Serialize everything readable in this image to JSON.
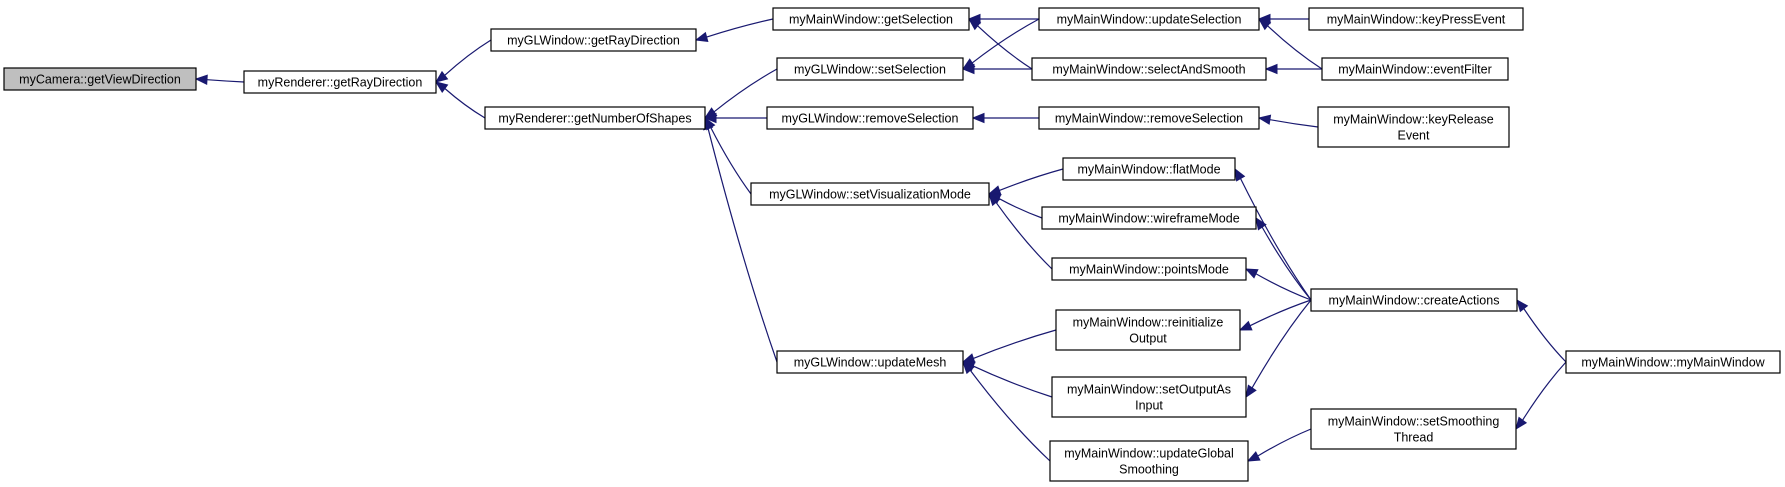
{
  "colors": {
    "node_fill": "#ffffff",
    "root_fill": "#bfbfbf",
    "node_border": "#000000",
    "edge": "#191970"
  },
  "nodes": [
    {
      "id": "cam_getViewDirection",
      "lines": [
        "myCamera::getViewDirection"
      ],
      "root": true
    },
    {
      "id": "ren_getRayDirection",
      "lines": [
        "myRenderer::getRayDirection"
      ]
    },
    {
      "id": "gl_getRayDirection",
      "lines": [
        "myGLWindow::getRayDirection"
      ]
    },
    {
      "id": "ren_getNumberOfShapes",
      "lines": [
        "myRenderer::getNumberOfShapes"
      ]
    },
    {
      "id": "mw_getSelection",
      "lines": [
        "myMainWindow::getSelection"
      ]
    },
    {
      "id": "gl_setSelection",
      "lines": [
        "myGLWindow::setSelection"
      ]
    },
    {
      "id": "gl_removeSelection",
      "lines": [
        "myGLWindow::removeSelection"
      ]
    },
    {
      "id": "gl_setVisualizationMode",
      "lines": [
        "myGLWindow::setVisualizationMode"
      ]
    },
    {
      "id": "gl_updateMesh",
      "lines": [
        "myGLWindow::updateMesh"
      ]
    },
    {
      "id": "mw_updateSelection",
      "lines": [
        "myMainWindow::updateSelection"
      ]
    },
    {
      "id": "mw_selectAndSmooth",
      "lines": [
        "myMainWindow::selectAndSmooth"
      ]
    },
    {
      "id": "mw_removeSelection",
      "lines": [
        "myMainWindow::removeSelection"
      ]
    },
    {
      "id": "mw_flatMode",
      "lines": [
        "myMainWindow::flatMode"
      ]
    },
    {
      "id": "mw_wireframeMode",
      "lines": [
        "myMainWindow::wireframeMode"
      ]
    },
    {
      "id": "mw_pointsMode",
      "lines": [
        "myMainWindow::pointsMode"
      ]
    },
    {
      "id": "mw_reinitializeOutput",
      "lines": [
        "myMainWindow::reinitialize",
        "Output"
      ]
    },
    {
      "id": "mw_setOutputAsInput",
      "lines": [
        "myMainWindow::setOutputAs",
        "Input"
      ]
    },
    {
      "id": "mw_updateGlobalSmoothing",
      "lines": [
        "myMainWindow::updateGlobal",
        "Smoothing"
      ]
    },
    {
      "id": "mw_keyPressEvent",
      "lines": [
        "myMainWindow::keyPressEvent"
      ]
    },
    {
      "id": "mw_eventFilter",
      "lines": [
        "myMainWindow::eventFilter"
      ]
    },
    {
      "id": "mw_keyReleaseEvent",
      "lines": [
        "myMainWindow::keyRelease",
        "Event"
      ]
    },
    {
      "id": "mw_createActions",
      "lines": [
        "myMainWindow::createActions"
      ]
    },
    {
      "id": "mw_setSmoothingThread",
      "lines": [
        "myMainWindow::setSmoothing",
        "Thread"
      ]
    },
    {
      "id": "mw_myMainWindow",
      "lines": [
        "myMainWindow::myMainWindow"
      ]
    }
  ],
  "edges": [
    {
      "from": "ren_getRayDirection",
      "to": "cam_getViewDirection"
    },
    {
      "from": "gl_getRayDirection",
      "to": "ren_getRayDirection"
    },
    {
      "from": "ren_getNumberOfShapes",
      "to": "ren_getRayDirection"
    },
    {
      "from": "mw_getSelection",
      "to": "gl_getRayDirection"
    },
    {
      "from": "gl_setSelection",
      "to": "ren_getNumberOfShapes"
    },
    {
      "from": "gl_removeSelection",
      "to": "ren_getNumberOfShapes"
    },
    {
      "from": "gl_setVisualizationMode",
      "to": "ren_getNumberOfShapes"
    },
    {
      "from": "gl_updateMesh",
      "to": "ren_getNumberOfShapes"
    },
    {
      "from": "mw_updateSelection",
      "to": "mw_getSelection"
    },
    {
      "from": "mw_selectAndSmooth",
      "to": "mw_getSelection"
    },
    {
      "from": "mw_updateSelection",
      "to": "gl_setSelection"
    },
    {
      "from": "mw_selectAndSmooth",
      "to": "gl_setSelection"
    },
    {
      "from": "mw_removeSelection",
      "to": "gl_removeSelection"
    },
    {
      "from": "mw_flatMode",
      "to": "gl_setVisualizationMode"
    },
    {
      "from": "mw_wireframeMode",
      "to": "gl_setVisualizationMode"
    },
    {
      "from": "mw_pointsMode",
      "to": "gl_setVisualizationMode"
    },
    {
      "from": "mw_reinitializeOutput",
      "to": "gl_updateMesh"
    },
    {
      "from": "mw_setOutputAsInput",
      "to": "gl_updateMesh"
    },
    {
      "from": "mw_updateGlobalSmoothing",
      "to": "gl_updateMesh"
    },
    {
      "from": "mw_keyPressEvent",
      "to": "mw_updateSelection"
    },
    {
      "from": "mw_eventFilter",
      "to": "mw_updateSelection"
    },
    {
      "from": "mw_eventFilter",
      "to": "mw_selectAndSmooth"
    },
    {
      "from": "mw_keyReleaseEvent",
      "to": "mw_removeSelection"
    },
    {
      "from": "mw_createActions",
      "to": "mw_flatMode"
    },
    {
      "from": "mw_createActions",
      "to": "mw_wireframeMode"
    },
    {
      "from": "mw_createActions",
      "to": "mw_pointsMode"
    },
    {
      "from": "mw_createActions",
      "to": "mw_reinitializeOutput"
    },
    {
      "from": "mw_createActions",
      "to": "mw_setOutputAsInput"
    },
    {
      "from": "mw_setSmoothingThread",
      "to": "mw_updateGlobalSmoothing"
    },
    {
      "from": "mw_myMainWindow",
      "to": "mw_createActions"
    },
    {
      "from": "mw_myMainWindow",
      "to": "mw_setSmoothingThread"
    }
  ]
}
